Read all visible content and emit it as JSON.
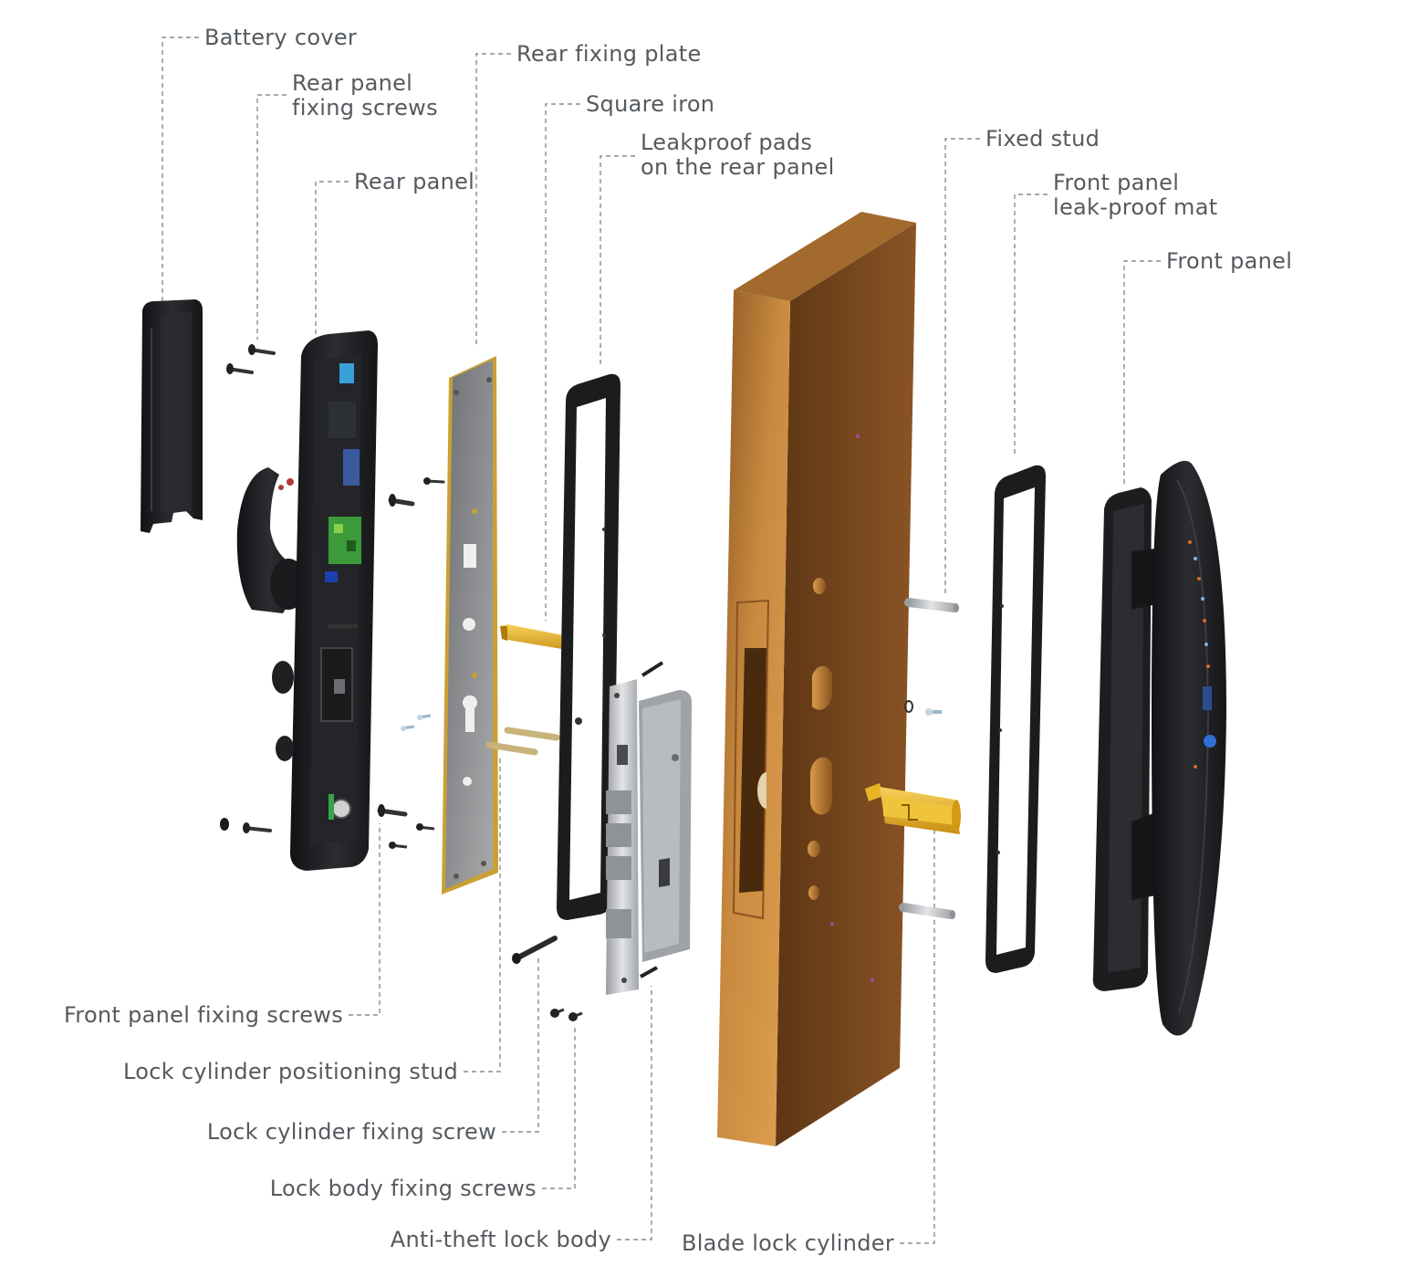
{
  "labels": {
    "battery_cover": "Battery cover",
    "rear_panel_fixing_screws_1": "Rear panel",
    "rear_panel_fixing_screws_2": "fixing screws",
    "rear_panel": "Rear panel",
    "rear_fixing_plate": "Rear fixing plate",
    "square_iron": "Square iron",
    "leakproof_pads_1": "Leakproof pads",
    "leakproof_pads_2": "on the rear panel",
    "fixed_stud": "Fixed stud",
    "front_panel_mat_1": "Front panel",
    "front_panel_mat_2": "leak-proof mat",
    "front_panel": "Front panel",
    "front_panel_fixing_screws": "Front panel fixing screws",
    "lock_cylinder_positioning_stud": "Lock cylinder positioning stud",
    "lock_cylinder_fixing_screw": "Lock cylinder fixing screw",
    "lock_body_fixing_screws": "Lock body fixing screws",
    "anti_theft_lock_body": "Anti-theft lock body",
    "blade_lock_cylinder": "Blade lock cylinder"
  },
  "colors": {
    "door_front": "#c98a40",
    "door_side": "#7a4a1f",
    "door_top": "#b07333",
    "panel_black": "#1e1f22",
    "plate_gray": "#8d8f91",
    "plate_edge": "#c9a032",
    "brass": "#e5b52a",
    "steel": "#b9bcbf",
    "leader": "#8c8c8c",
    "label_text": "#555a5f"
  }
}
